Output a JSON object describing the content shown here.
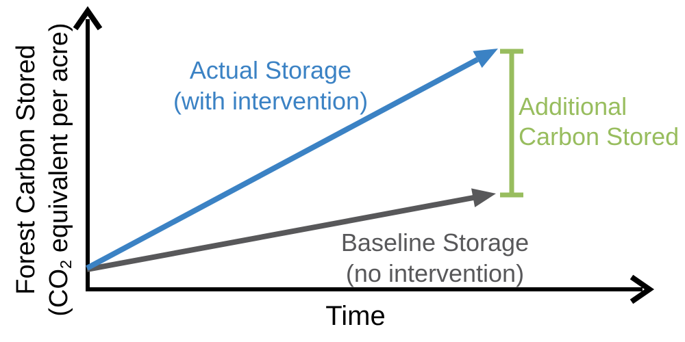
{
  "colors": {
    "actual": "#3B82C4",
    "baseline": "#58585A",
    "additional": "#98BD5E",
    "axis": "#000000"
  },
  "axes": {
    "y_label_line1": "Forest Carbon Stored",
    "y_label_line2_prefix": "(CO",
    "y_label_line2_sub": "2",
    "y_label_line2_suffix": " equivalent per acre)",
    "x_label": "Time"
  },
  "annotations": {
    "actual_line1": "Actual Storage",
    "actual_line2": "(with intervention)",
    "baseline_line1": "Baseline Storage",
    "baseline_line2": "(no intervention)",
    "additional_line1": "Additional",
    "additional_line2": "Carbon Stored"
  },
  "chart_data": {
    "type": "line",
    "title": "",
    "xlabel": "Time",
    "ylabel": "Forest Carbon Stored (CO2 equivalent per acre)",
    "x": [
      0,
      1
    ],
    "series": [
      {
        "name": "Actual Storage (with intervention)",
        "values": [
          0.09,
          1.0
        ],
        "color": "#3B82C4",
        "style": "arrow"
      },
      {
        "name": "Baseline Storage (no intervention)",
        "values": [
          0.09,
          0.4
        ],
        "color": "#58585A",
        "style": "arrow"
      }
    ],
    "annotations": [
      {
        "label": "Additional Carbon Stored",
        "type": "bracket",
        "x": 1,
        "from": 0.4,
        "to": 1.0,
        "color": "#98BD5E"
      }
    ],
    "axis_ranges": "qualitative (no tick marks or numeric labels shown)",
    "grid": false,
    "legend": "inline labels next to lines"
  }
}
